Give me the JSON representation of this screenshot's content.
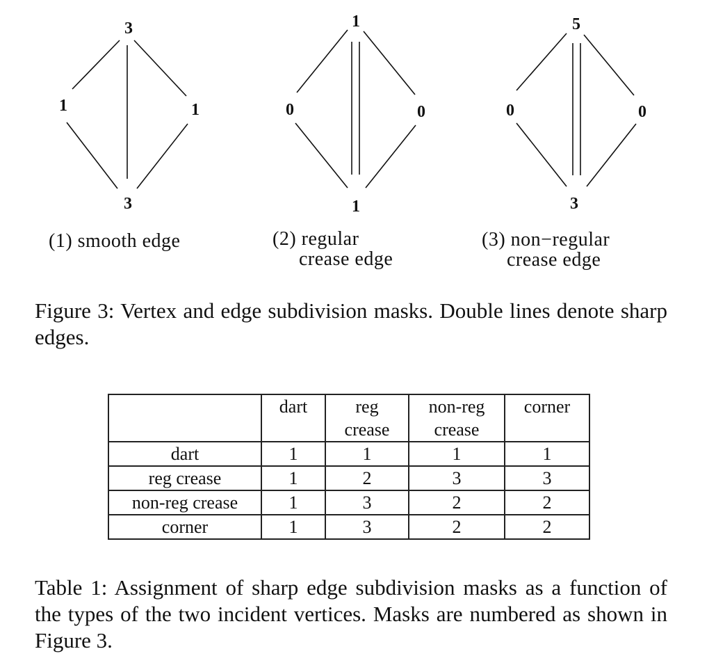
{
  "figure": {
    "masks": [
      {
        "top": "3",
        "left": "1",
        "right": "1",
        "bottom": "3",
        "label_line1": "(1) smooth edge",
        "label_line2": ""
      },
      {
        "top": "1",
        "left": "0",
        "right": "0",
        "bottom": "1",
        "label_line1": "(2) regular",
        "label_line2": "crease edge"
      },
      {
        "top": "5",
        "left": "0",
        "right": "0",
        "bottom": "3",
        "label_line1": "(3) non−regular",
        "label_line2": "crease edge"
      }
    ],
    "caption": "Figure 3: Vertex and edge subdivision masks. Double lines denote sharp edges."
  },
  "table": {
    "header": [
      {
        "line1": "",
        "line2": ""
      },
      {
        "line1": "dart",
        "line2": ""
      },
      {
        "line1": "reg",
        "line2": "crease"
      },
      {
        "line1": "non-reg",
        "line2": "crease"
      },
      {
        "line1": "corner",
        "line2": ""
      }
    ],
    "rows": [
      {
        "label": "dart",
        "values": [
          "1",
          "1",
          "1",
          "1"
        ]
      },
      {
        "label": "reg crease",
        "values": [
          "1",
          "2",
          "3",
          "3"
        ]
      },
      {
        "label": "non-reg crease",
        "values": [
          "1",
          "3",
          "2",
          "2"
        ]
      },
      {
        "label": "corner",
        "values": [
          "1",
          "3",
          "2",
          "2"
        ]
      }
    ],
    "caption": "Table 1: Assignment of sharp edge subdivision masks as a function of the types of the two incident vertices. Masks are numbered as shown in Figure 3."
  }
}
